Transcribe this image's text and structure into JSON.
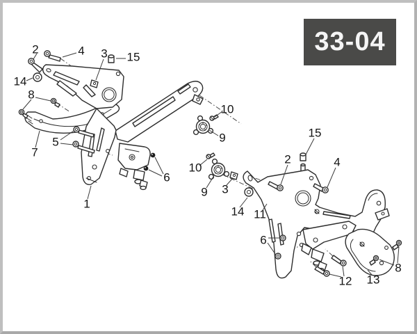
{
  "header": {
    "page_code": "33-04"
  },
  "diagram": {
    "assemblies": [
      {
        "side": "left",
        "visible_callouts": [
          "2",
          "4",
          "3",
          "15",
          "14",
          "8",
          "7",
          "5",
          "1",
          "6",
          "10",
          "9"
        ]
      },
      {
        "side": "right",
        "visible_callouts": [
          "10",
          "9",
          "3",
          "14",
          "15",
          "2",
          "4",
          "11",
          "6",
          "12",
          "13",
          "8"
        ]
      }
    ]
  },
  "callouts": [
    {
      "label": "2",
      "assembly": "left"
    },
    {
      "label": "4",
      "assembly": "left"
    },
    {
      "label": "3",
      "assembly": "left"
    },
    {
      "label": "15",
      "assembly": "left"
    },
    {
      "label": "14",
      "assembly": "left"
    },
    {
      "label": "8",
      "assembly": "left"
    },
    {
      "label": "7",
      "assembly": "left"
    },
    {
      "label": "5",
      "assembly": "left"
    },
    {
      "label": "1",
      "assembly": "left"
    },
    {
      "label": "6",
      "assembly": "left"
    },
    {
      "label": "10",
      "assembly": "left"
    },
    {
      "label": "9",
      "assembly": "left"
    },
    {
      "label": "10",
      "assembly": "right"
    },
    {
      "label": "9",
      "assembly": "right"
    },
    {
      "label": "3",
      "assembly": "right"
    },
    {
      "label": "14",
      "assembly": "right"
    },
    {
      "label": "11",
      "assembly": "right"
    },
    {
      "label": "15",
      "assembly": "right"
    },
    {
      "label": "2",
      "assembly": "right"
    },
    {
      "label": "4",
      "assembly": "right"
    },
    {
      "label": "6",
      "assembly": "right"
    },
    {
      "label": "12",
      "assembly": "right"
    },
    {
      "label": "13",
      "assembly": "right"
    },
    {
      "label": "8",
      "assembly": "right"
    }
  ],
  "colors": {
    "frame": "#bfbfbf",
    "code_box_bg": "#4a4a48",
    "code_text": "#f5f5f5",
    "line_art": "#2d2d2d"
  }
}
